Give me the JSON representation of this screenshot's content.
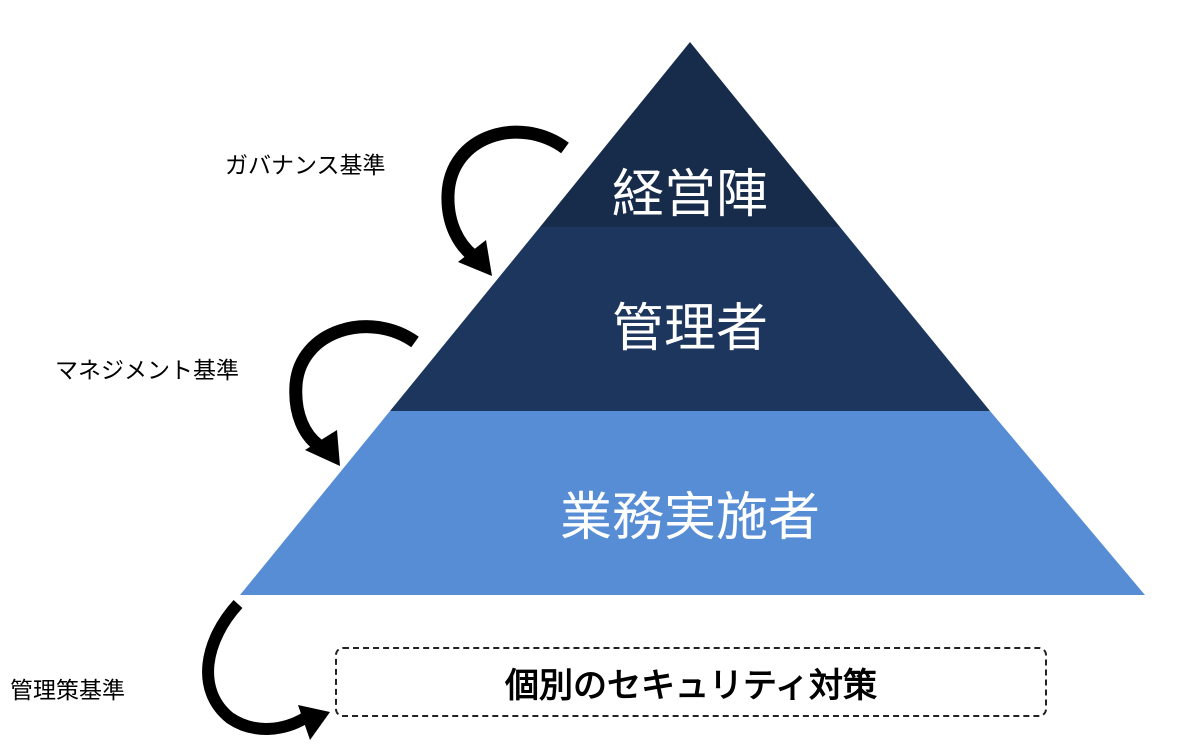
{
  "pyramid": {
    "tiers": [
      {
        "label": "経営陣",
        "color": "#172b4a"
      },
      {
        "label": "管理者",
        "color": "#1c365d"
      },
      {
        "label": "業務実施者",
        "color": "#568dd4"
      }
    ]
  },
  "standards": {
    "governance": "ガバナンス基準",
    "management": "マネジメント基準",
    "controls": "管理策基準"
  },
  "box": {
    "label": "個別のセキュリティ対策"
  }
}
